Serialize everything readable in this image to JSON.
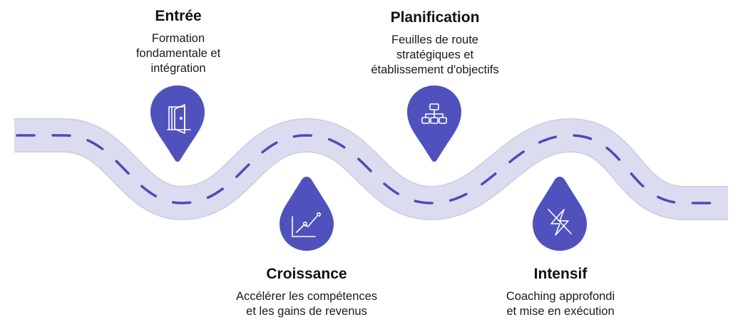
{
  "colors": {
    "road_fill": "#DCDCF0",
    "road_edge": "#CBCBE6",
    "lane_dash": "#4A4DB5",
    "marker_fill": "#4F52BC",
    "icon_stroke": "#FFFFFF",
    "title_text": "#111111",
    "desc_text": "#1A1A1A"
  },
  "steps": [
    {
      "id": "entree",
      "title": "Entrée",
      "description_lines": [
        "Formation",
        "fondamentale et",
        "intégration"
      ],
      "icon": "door-open-icon",
      "marker_shape": "map-pin",
      "position": "above-road"
    },
    {
      "id": "croissance",
      "title": "Croissance",
      "description_lines": [
        "Accélérer les compétences",
        "et les gains de revenus"
      ],
      "icon": "line-chart-icon",
      "marker_shape": "droplet",
      "position": "below-road"
    },
    {
      "id": "planification",
      "title": "Planification",
      "description_lines": [
        "Feuilles de route",
        "stratégiques et",
        "établissement d'objectifs"
      ],
      "icon": "org-chart-icon",
      "marker_shape": "map-pin",
      "position": "above-road"
    },
    {
      "id": "intensif",
      "title": "Intensif",
      "description_lines": [
        "Coaching approfondi",
        "et mise en exécution"
      ],
      "icon": "zap-off-icon",
      "marker_shape": "droplet",
      "position": "below-road"
    }
  ]
}
